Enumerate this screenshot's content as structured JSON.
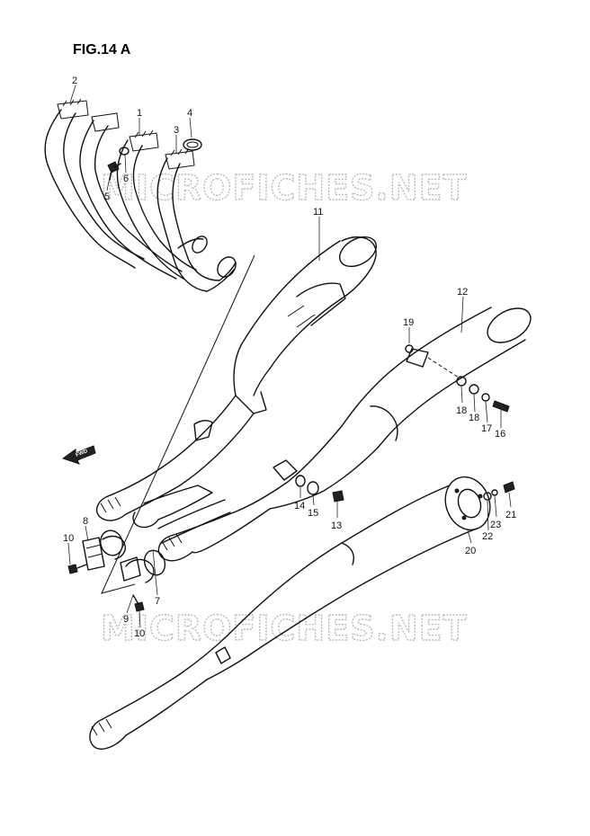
{
  "figure": {
    "title": "FIG.14 A"
  },
  "watermarks": [
    "MICROFICHES.NET",
    "MICROFICHES.NET"
  ],
  "direction_arrow": {
    "label": "FWD"
  },
  "callouts": [
    {
      "id": "c2",
      "text": "2"
    },
    {
      "id": "c1",
      "text": "1"
    },
    {
      "id": "c4",
      "text": "4"
    },
    {
      "id": "c3",
      "text": "3"
    },
    {
      "id": "c6",
      "text": "6"
    },
    {
      "id": "c5",
      "text": "5"
    },
    {
      "id": "c11",
      "text": "11"
    },
    {
      "id": "c12",
      "text": "12"
    },
    {
      "id": "c19",
      "text": "19"
    },
    {
      "id": "c18a",
      "text": "18"
    },
    {
      "id": "c18b",
      "text": "18"
    },
    {
      "id": "c17",
      "text": "17"
    },
    {
      "id": "c16",
      "text": "16"
    },
    {
      "id": "c14",
      "text": "14"
    },
    {
      "id": "c15",
      "text": "15"
    },
    {
      "id": "c13",
      "text": "13"
    },
    {
      "id": "c21",
      "text": "21"
    },
    {
      "id": "c23",
      "text": "23"
    },
    {
      "id": "c22",
      "text": "22"
    },
    {
      "id": "c20",
      "text": "20"
    },
    {
      "id": "c8",
      "text": "8"
    },
    {
      "id": "c10a",
      "text": "10"
    },
    {
      "id": "c7",
      "text": "7"
    },
    {
      "id": "c9",
      "text": "9"
    },
    {
      "id": "c10b",
      "text": "10"
    }
  ]
}
